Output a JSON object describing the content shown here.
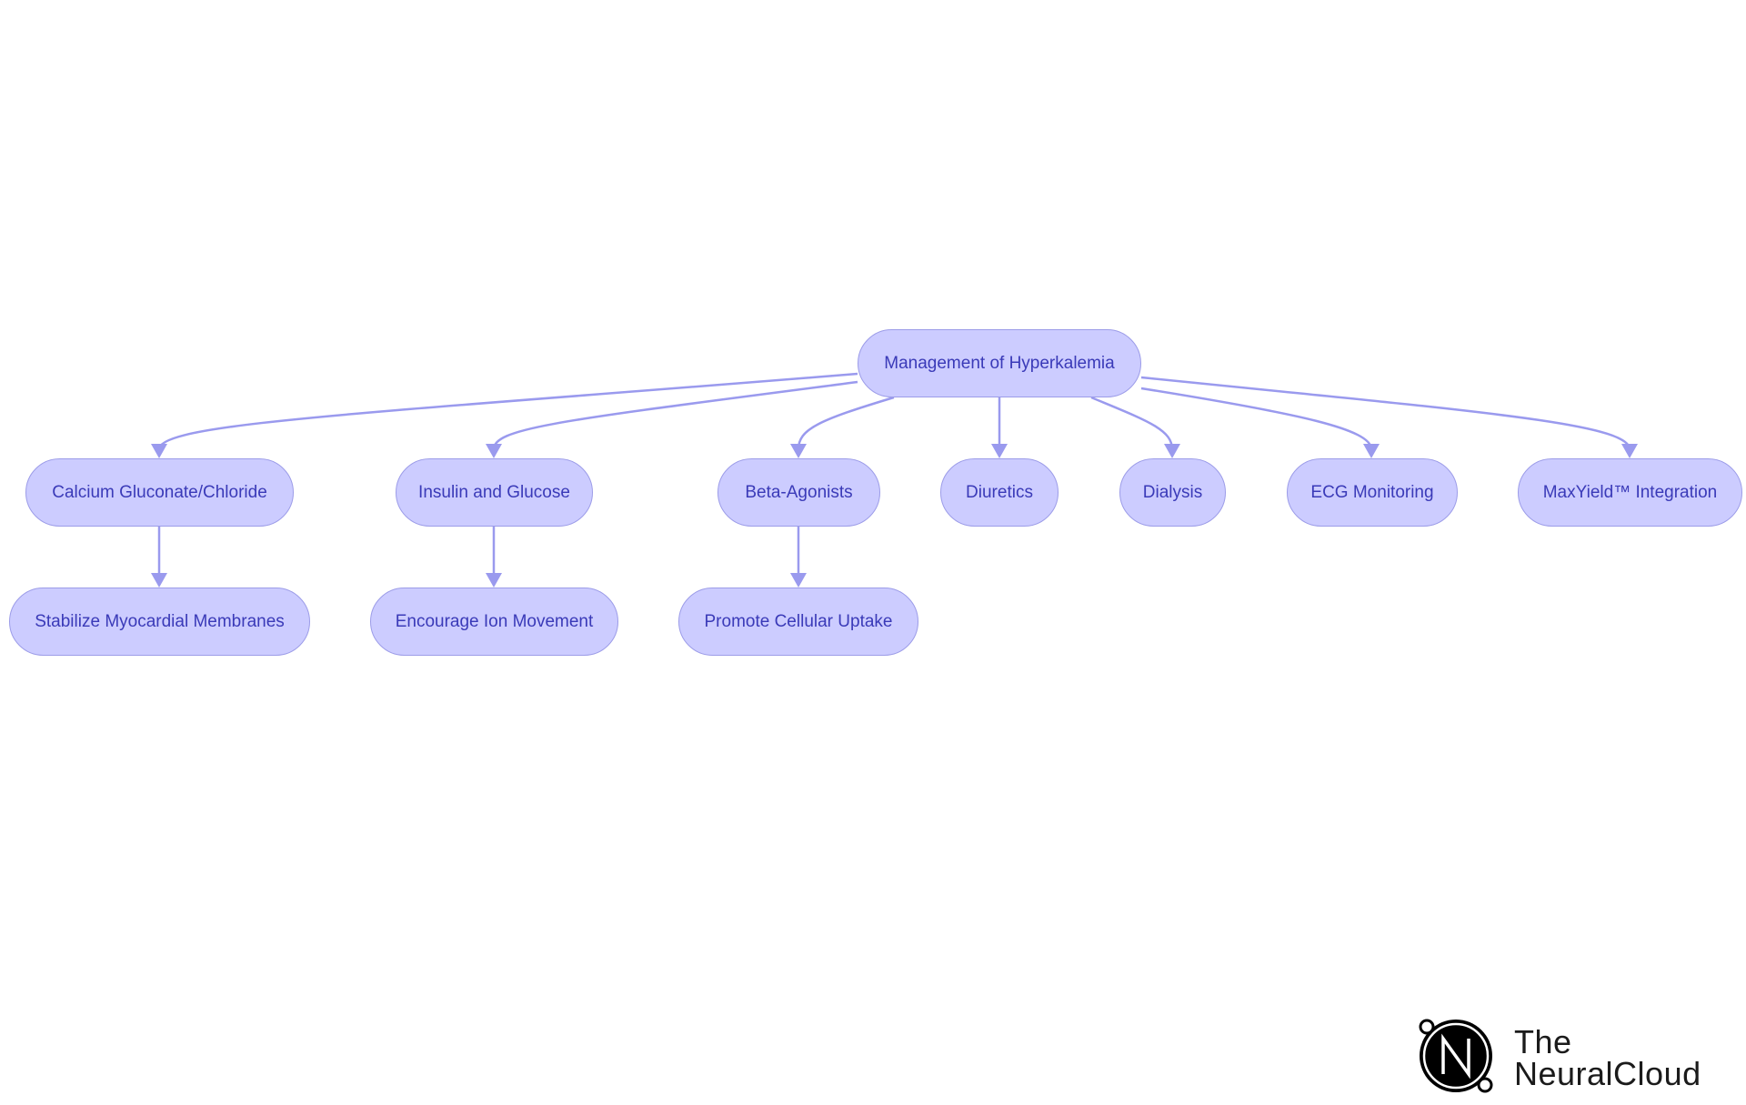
{
  "diagram": {
    "root": {
      "id": "root",
      "label": "Management of Hyperkalemia"
    },
    "children": [
      {
        "id": "calcium",
        "label": "Calcium Gluconate/Chloride",
        "child": {
          "id": "stabilize",
          "label": "Stabilize Myocardial Membranes"
        }
      },
      {
        "id": "insulin",
        "label": "Insulin and Glucose",
        "child": {
          "id": "encourage",
          "label": "Encourage Ion Movement"
        }
      },
      {
        "id": "beta",
        "label": "Beta-Agonists",
        "child": {
          "id": "promote",
          "label": "Promote Cellular Uptake"
        }
      },
      {
        "id": "diuretics",
        "label": "Diuretics"
      },
      {
        "id": "dialysis",
        "label": "Dialysis"
      },
      {
        "id": "ecg",
        "label": "ECG Monitoring"
      },
      {
        "id": "maxyield",
        "label": "MaxYield™ Integration"
      }
    ],
    "colors": {
      "node_fill": "#ccccff",
      "node_border": "#9c9ce8",
      "node_text": "#3a3ab8",
      "edge": "#9a9aee"
    }
  },
  "brand": {
    "line1": "The",
    "line2": "NeuralCloud",
    "logo_letter": "N"
  }
}
